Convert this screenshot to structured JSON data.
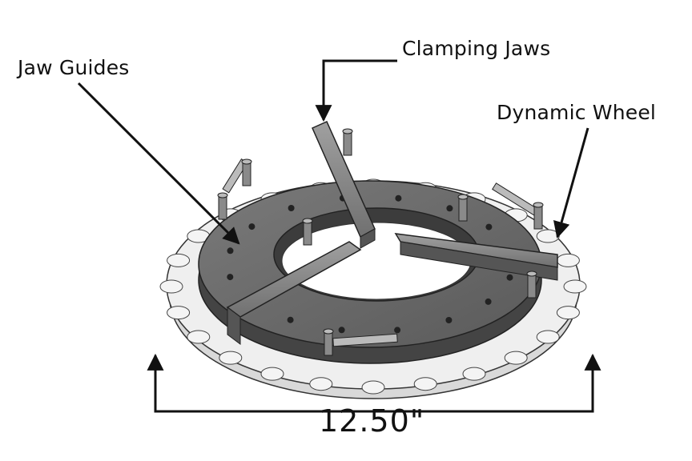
{
  "labels": {
    "jaw_guides": "Jaw Guides",
    "clamping_jaws": "Clamping Jaws",
    "dynamic_wheel": "Dynamic Wheel"
  },
  "dimension": {
    "value": "12.50\""
  },
  "colors": {
    "background": "#ffffff",
    "wheel": "#ececec",
    "plate": "#6a6a6a",
    "jaw": "#8a8a8a",
    "arrow": "#111111"
  }
}
